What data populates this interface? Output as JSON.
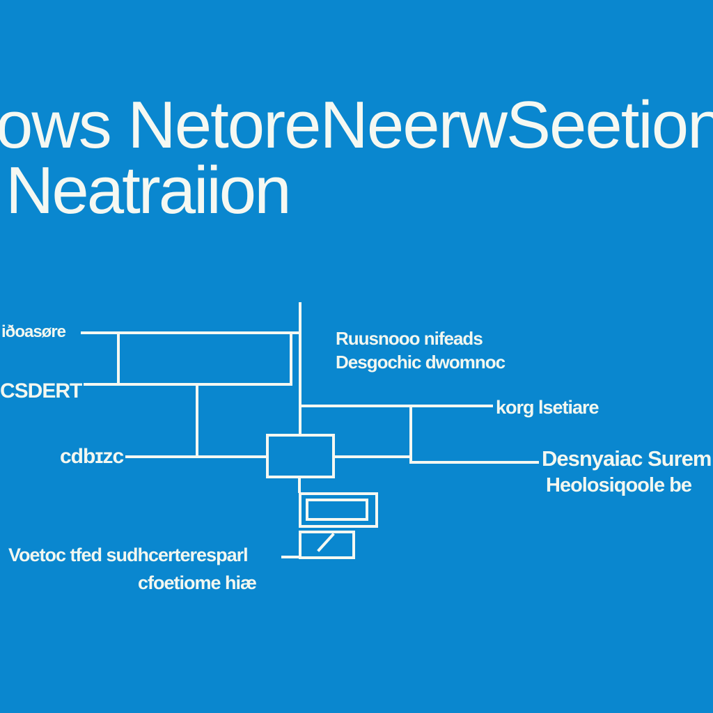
{
  "title": {
    "line1": "ows NetoreNeerwSeetion",
    "line2": "Neatraiion"
  },
  "labels": {
    "left_top": "iðoasøre",
    "left_mid": "CSDERT",
    "left_low": "cdbɪzc",
    "right_top_1": "Ruusnooo nifeads",
    "right_top_2": "Desgochic dwomnoc",
    "right_mid": "korg lsetiare",
    "right_low_1": "Desnyaiac Surem",
    "right_low_2": "Heolosiqoole be",
    "bottom_1": "Voetoc tfed sudhcerteresparl",
    "bottom_2": "cfoetiome hiæ"
  },
  "colors": {
    "background": "#0a87cf",
    "foreground": "#f5f8f2"
  }
}
